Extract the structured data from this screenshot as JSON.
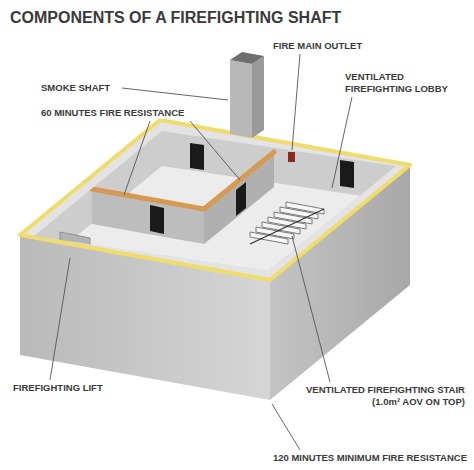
{
  "diagram": {
    "title": "COMPONENTS OF A FIREFIGHTING SHAFT",
    "labels": [
      "SMOKE SHAFT",
      "FIRE MAIN OUTLET",
      "VENTILATED FIREFIGHTING LOBBY",
      "60 MINUTES FIRE RESISTANCE",
      "FIREFIGHTING LIFT",
      "VENTILATED FIREFIGHTING STAIR (1.0m² AOV ON TOP)",
      "120 MINUTES MINIMUM FIRE RESISTANCE"
    ]
  }
}
